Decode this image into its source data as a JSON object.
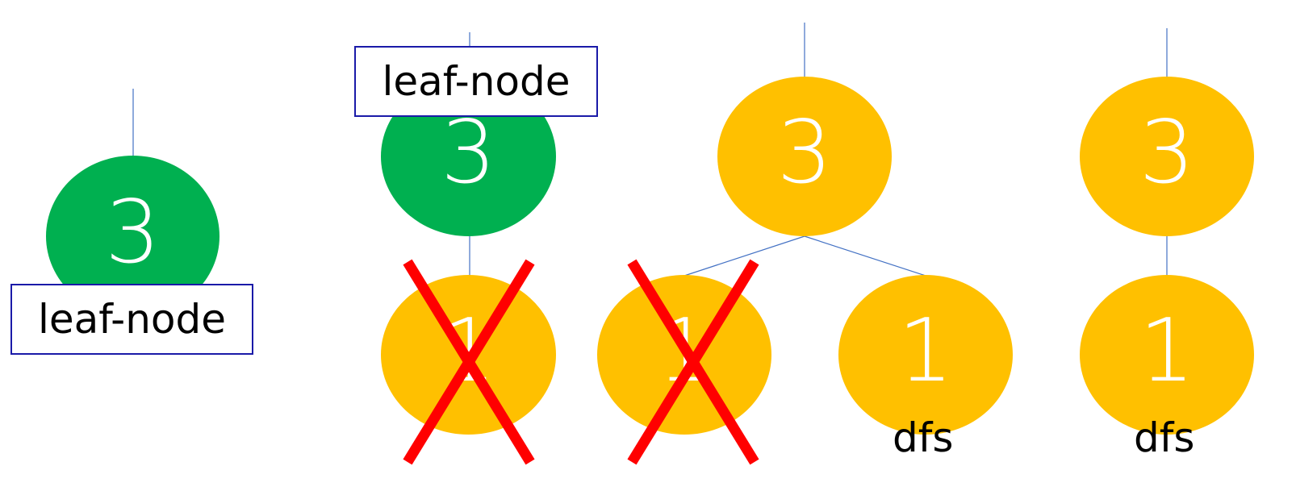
{
  "diagram": {
    "colors": {
      "leaf_node_fill": "#00b050",
      "node_fill": "#ffc000",
      "node_text": "#ffffff",
      "edge": "#4472c4",
      "cross": "#ff0000",
      "label_border": "#1a1aa8"
    },
    "panel1": {
      "root_value": "3",
      "label": "leaf-node"
    },
    "panel2": {
      "root_value": "3",
      "label": "leaf-node",
      "child_value": "1",
      "child_removed": true
    },
    "panel3": {
      "root_value": "3",
      "left_child_value": "1",
      "left_child_removed": true,
      "right_child_value": "1",
      "right_child_label": "dfs"
    },
    "panel4": {
      "root_value": "3",
      "child_value": "1",
      "child_label": "dfs"
    }
  }
}
